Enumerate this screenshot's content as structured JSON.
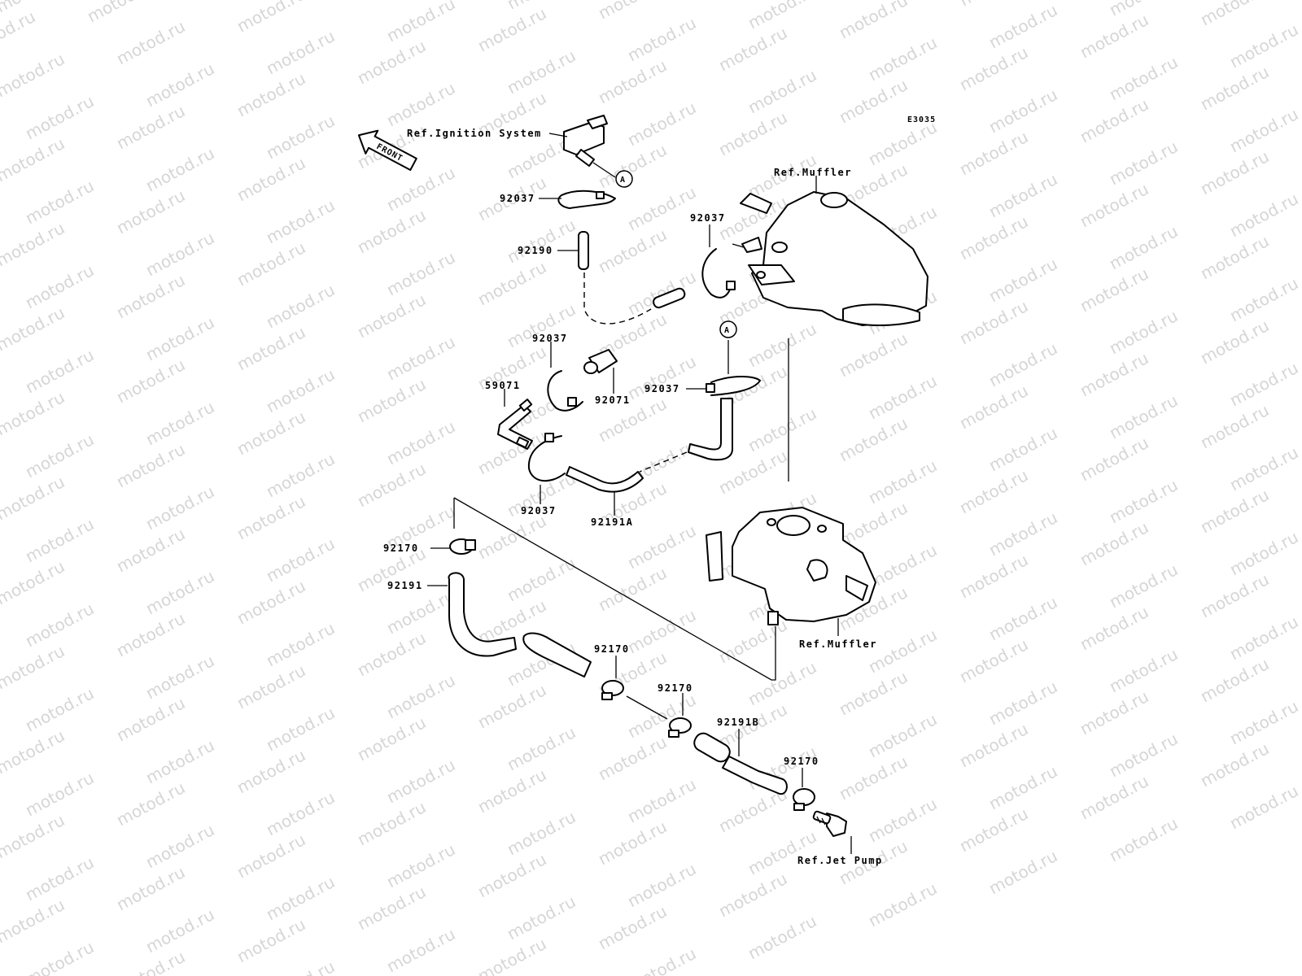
{
  "diagram_code": "E3035",
  "front_arrow_text": "FRONT",
  "watermark_text": "motod.ru",
  "callouts": {
    "a_upper": "A",
    "a_lower": "A"
  },
  "refs": {
    "ignition": "Ref.Ignition System",
    "muffler_top": "Ref.Muffler",
    "muffler_bottom": "Ref.Muffler",
    "jet_pump": "Ref.Jet Pump"
  },
  "parts": {
    "p1": "92037",
    "p2": "92037",
    "p3": "92190",
    "p4": "92037",
    "p5": "59071",
    "p6": "92071",
    "p7": "92037",
    "p8": "92037",
    "p9": "92191A",
    "p10": "92170",
    "p11": "92191",
    "p12": "92170",
    "p13": "92170",
    "p14": "92191B",
    "p15": "92170"
  }
}
